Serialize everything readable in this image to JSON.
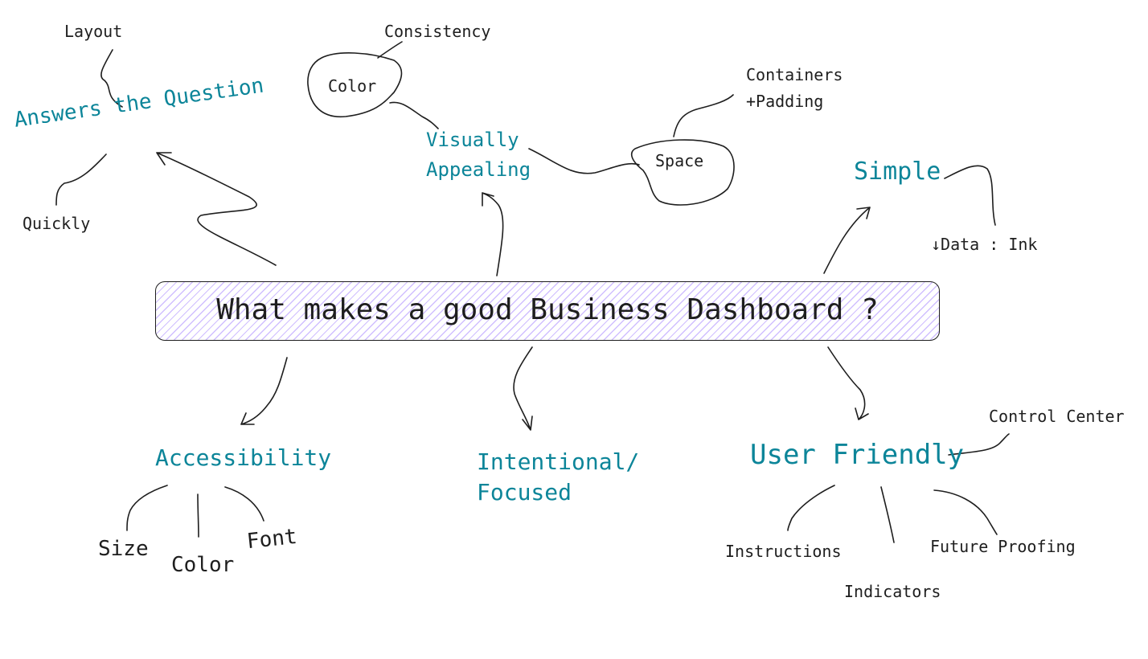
{
  "title": "What makes a good Business Dashboard ?",
  "colors": {
    "branch": "#0c8599",
    "leaf": "#1e1e1e",
    "hatch": "#d0bfff"
  },
  "branches": {
    "answers": {
      "label": "Answers the Question",
      "children": [
        "Layout",
        "Quickly"
      ]
    },
    "visual": {
      "label_line1": "Visually",
      "label_line2": "Appealing",
      "children": {
        "color": "Color",
        "consistency": "Consistency",
        "space": "Space",
        "containers_line1": "Containers",
        "containers_line2": "+Padding"
      }
    },
    "simple": {
      "label": "Simple",
      "children": [
        "↓Data : Ink"
      ]
    },
    "accessibility": {
      "label": "Accessibility",
      "children": [
        "Size",
        "Color",
        "Font"
      ]
    },
    "intentional": {
      "label_line1": "Intentional/",
      "label_line2": "Focused"
    },
    "user_friendly": {
      "label": "User Friendly",
      "children": [
        "Control Center",
        "Instructions",
        "Indicators",
        "Future Proofing"
      ]
    }
  }
}
